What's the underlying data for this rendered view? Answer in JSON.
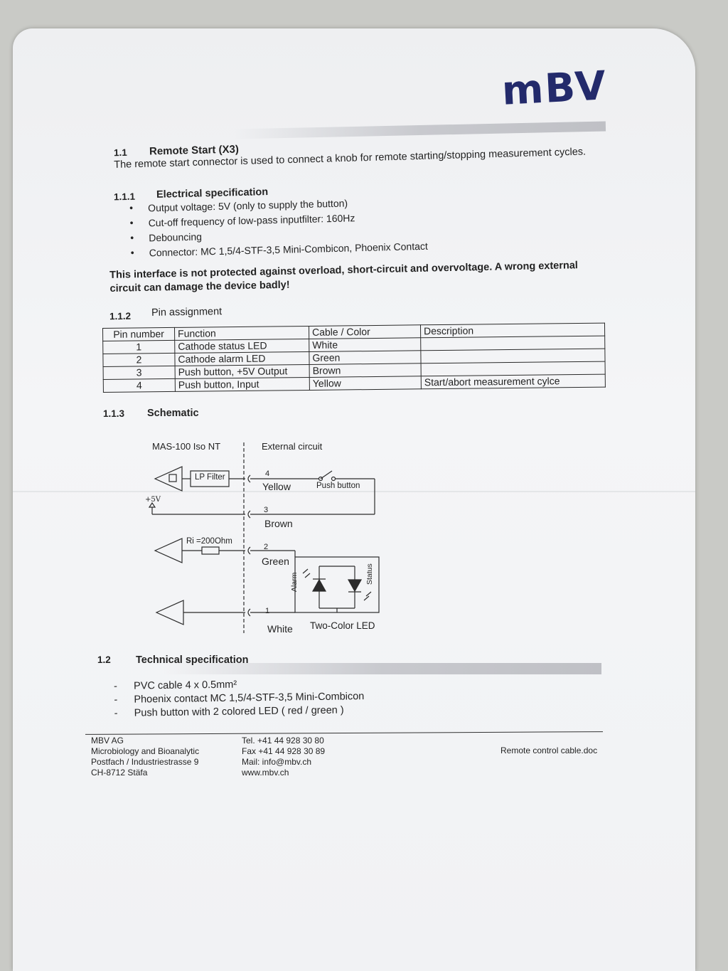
{
  "logo": "mBV",
  "section_1_1": {
    "number": "1.1",
    "title": "Remote Start (X3)",
    "intro": "The remote start connector is used to connect a knob for remote starting/stopping measurement cycles."
  },
  "section_1_1_1": {
    "number": "1.1.1",
    "title": "Electrical specification",
    "bullets": [
      "Output voltage: 5V (only to supply the button)",
      "Cut-off frequency of low-pass inputfilter: 160Hz",
      "Debouncing",
      "Connector: MC 1,5/4-STF-3,5  Mini-Combicon,  Phoenix Contact"
    ],
    "warning_line1": "This interface is not protected against overload, short-circuit and overvoltage. A wrong external",
    "warning_line2": "circuit can damage the device badly!"
  },
  "section_1_1_2": {
    "number": "1.1.2",
    "title": "Pin assignment",
    "table": {
      "headers": [
        "Pin number",
        "Function",
        "Cable / Color",
        "Description"
      ],
      "rows": [
        [
          "1",
          "Cathode status LED",
          "White",
          ""
        ],
        [
          "2",
          "Cathode alarm LED",
          "Green",
          ""
        ],
        [
          "3",
          "Push button, +5V Output",
          "Brown",
          ""
        ],
        [
          "4",
          "Push button, Input",
          "Yellow",
          "Start/abort measurement cylce"
        ]
      ]
    }
  },
  "section_1_1_3": {
    "number": "1.1.3",
    "title": "Schematic",
    "schematic": {
      "left_label": "MAS-100 Iso NT",
      "right_label": "External circuit",
      "lp_filter": "LP Filter",
      "supply": "+5V",
      "resistor": "Ri =200Ohm",
      "push_button": "Push button",
      "pin4": "4",
      "wire4": "Yellow",
      "pin3": "3",
      "wire3": "Brown",
      "pin2": "2",
      "wire2": "Green",
      "pin1": "1",
      "wire1": "White",
      "led_alarm": "Alarm",
      "led_status": "Status",
      "led_caption": "Two-Color LED"
    }
  },
  "section_1_2": {
    "number": "1.2",
    "title": "Technical specification",
    "items": [
      "PVC cable 4 x 0.5mm²",
      "Phoenix contact MC 1,5/4-STF-3,5  Mini-Combicon",
      "Push button with 2 colored LED ( red / green )"
    ]
  },
  "footer": {
    "company": [
      "MBV AG",
      "Microbiology and Bioanalytic",
      "Postfach / Industriestrasse 9",
      "CH-8712 Stäfa"
    ],
    "contact": [
      "Tel. +41 44 928 30 80",
      "Fax +41 44 928 30 89",
      "Mail: info@mbv.ch",
      "www.mbv.ch"
    ],
    "filename": "Remote control cable.doc"
  }
}
